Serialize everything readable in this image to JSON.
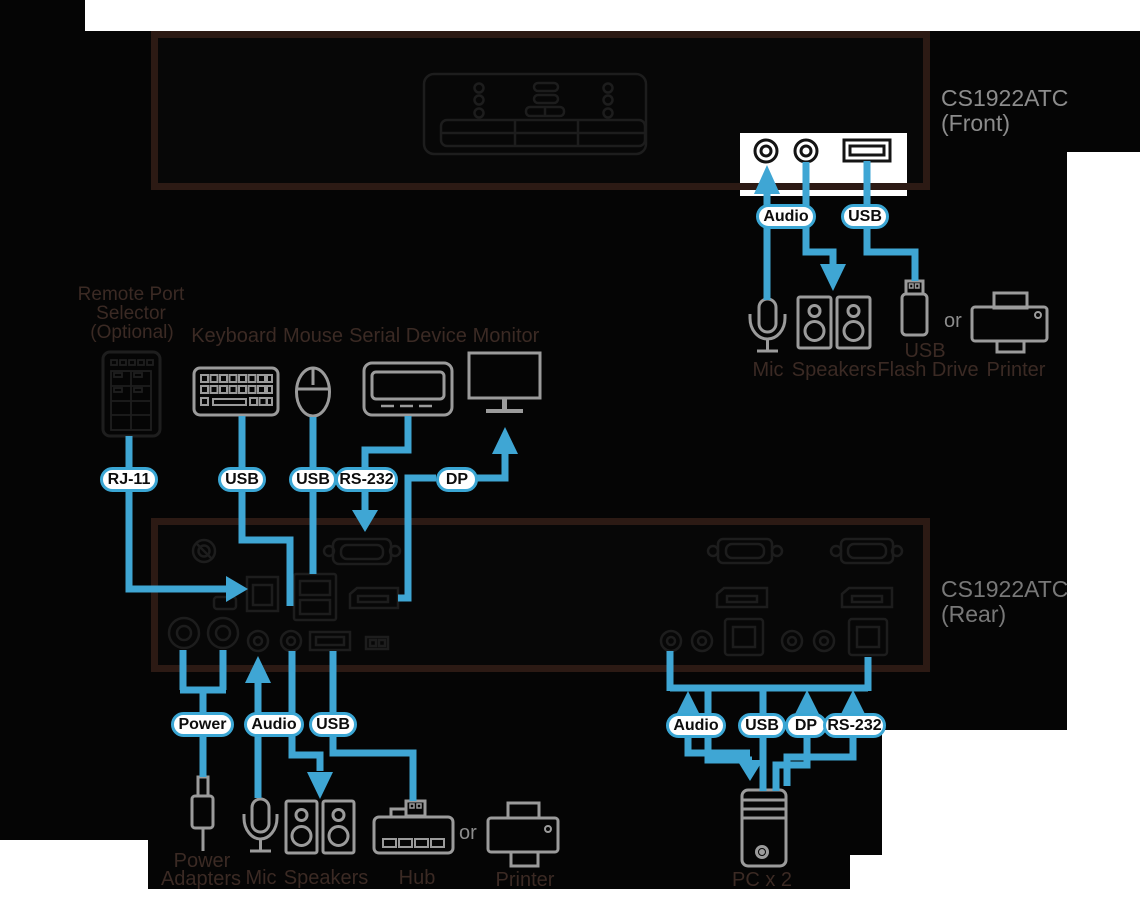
{
  "titles": {
    "front_model": "CS1922ATC",
    "front_view": "(Front)",
    "rear_model": "CS1922ATC",
    "rear_view": "(Rear)"
  },
  "pills": {
    "audio": "Audio",
    "usb": "USB",
    "rj11": "RJ-11",
    "rs232": "RS-232",
    "dp": "DP",
    "power": "Power"
  },
  "console_labels": {
    "remote_line1": "Remote Port",
    "remote_line2": "Selector",
    "remote_line3": "(Optional)",
    "keyboard": "Keyboard",
    "mouse": "Mouse",
    "serial_device": "Serial Device",
    "monitor": "Monitor"
  },
  "front_peripheral_labels": {
    "mic": "Mic",
    "speakers": "Speakers",
    "flash_line1": "USB",
    "flash_line2": "Flash Drive",
    "or": "or",
    "printer": "Printer"
  },
  "bottom_peripheral_labels": {
    "power_line1": "Power",
    "power_line2": "Adapters",
    "mic": "Mic",
    "speakers": "Speakers",
    "hub": "Hub",
    "or": "or",
    "printer": "Printer",
    "pc": "PC x 2"
  },
  "colors": {
    "accent_cyan": "#3FA6D4",
    "label_dark": "#3B2A24",
    "label_gray": "#8C8C8C",
    "icon_gray": "#9B9B9B",
    "panel_border": "#2C1A14",
    "pill_fill": "#FFFFFF"
  }
}
